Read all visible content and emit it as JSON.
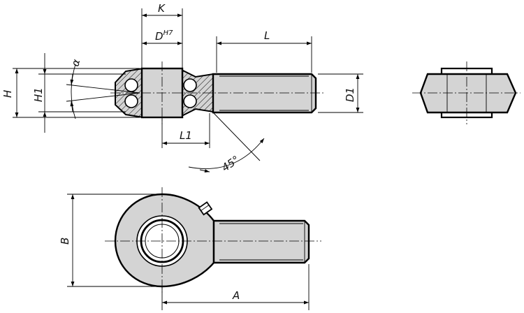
{
  "labels": {
    "K": "K",
    "D": "D",
    "D_fit": "H7",
    "L": "L",
    "H": "H",
    "H1": "H1",
    "alpha": "α",
    "D1": "D1",
    "L1": "L1",
    "angle": "45°",
    "B": "B",
    "A": "A"
  }
}
